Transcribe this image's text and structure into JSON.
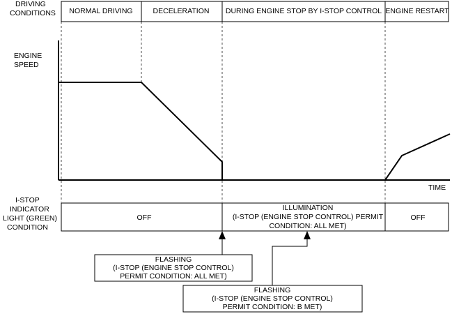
{
  "labels": {
    "driving_conditions": [
      "DRIVING",
      "CONDITIONS"
    ],
    "engine_speed": [
      "ENGINE",
      "SPEED"
    ],
    "time": "TIME",
    "istop_indicator": [
      "I-STOP",
      "INDICATOR",
      "LIGHT (GREEN)",
      "CONDITION"
    ]
  },
  "phases": [
    "NORMAL DRIVING",
    "DECELERATION",
    "DURING ENGINE STOP BY I-STOP CONTROL",
    "ENGINE RESTART"
  ],
  "indicator_states": {
    "off_left": "OFF",
    "illumination": [
      "ILLUMINATION",
      "(I-STOP (ENGINE STOP CONTROL) PERMIT",
      "CONDITION: ALL MET)"
    ],
    "off_right": "OFF"
  },
  "callouts": {
    "flashing_all_met": [
      "FLASHING",
      "(I-STOP (ENGINE STOP CONTROL)",
      "PERMIT CONDITION: ALL MET)"
    ],
    "flashing_b_met": [
      "FLASHING",
      "(I-STOP (ENGINE STOP CONTROL)",
      "PERMIT CONDITION: B MET)"
    ]
  }
}
